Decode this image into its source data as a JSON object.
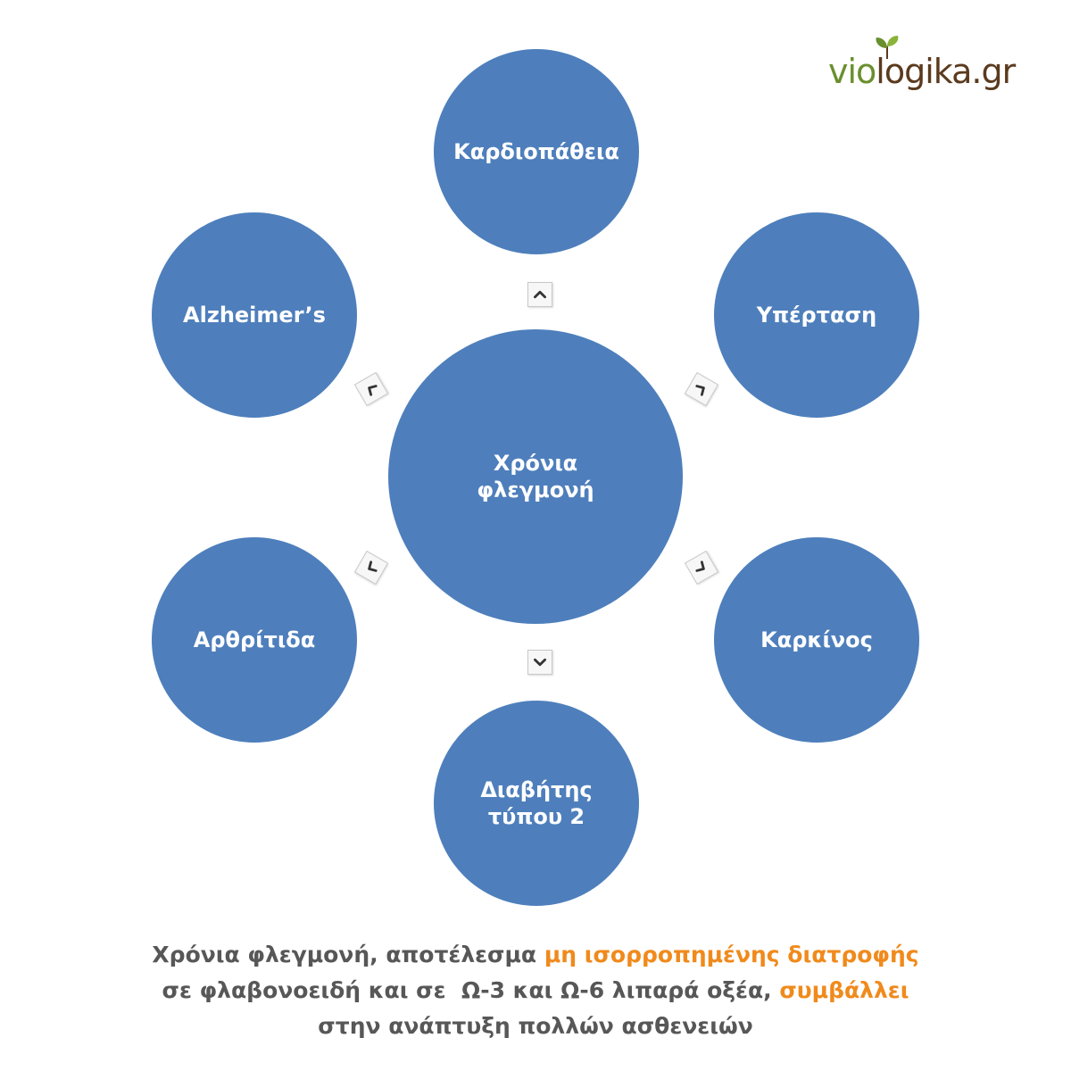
{
  "logo": {
    "part1": "vio",
    "part2": "logika.gr",
    "colors": {
      "green": "#6a8f2e",
      "brown": "#5b3a1e"
    }
  },
  "diagram": {
    "center": "Χρόνια\nφλεγμονή",
    "nodes": {
      "top": "Καρδιοπάθεια",
      "top_right": "Υπέρταση",
      "bottom_right": "Καρκίνος",
      "bottom": "Διαβήτης\nτύπου 2",
      "bottom_left": "Αρθρίτιδα",
      "top_left": "Alzheimer’s"
    },
    "colors": {
      "circle": "#4e7fbc",
      "text": "#ffffff"
    }
  },
  "caption": {
    "line1_a": "Χρόνια φλεγμονή, αποτέλεσμα ",
    "line1_b": "μη ισορροπημένης διατροφής",
    "line2_a": "σε φλαβονοειδή και σε  Ω-3 και Ω-6 λιπαρά οξέα, ",
    "line2_b": "συμβάλλει",
    "line3": "στην ανάπτυξη πολλών ασθενειών",
    "colors": {
      "text": "#575757",
      "highlight": "#f08a1c"
    }
  }
}
